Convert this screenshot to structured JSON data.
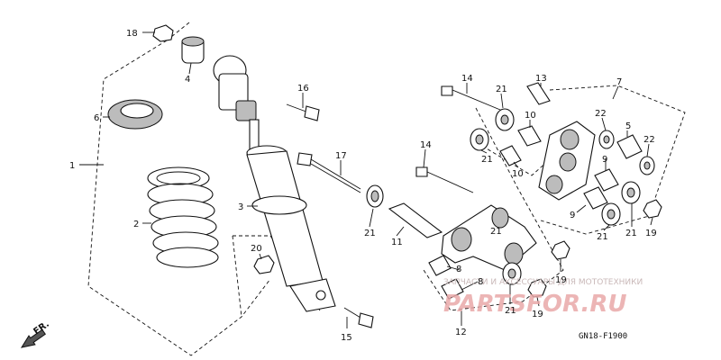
{
  "callouts": {
    "c1": "1",
    "c2": "2",
    "c3": "3",
    "c4": "4",
    "c5": "5",
    "c6": "6",
    "c7": "7",
    "c8a": "8",
    "c8b": "8",
    "c9a": "9",
    "c9b": "9",
    "c10a": "10",
    "c10b": "10",
    "c11": "11",
    "c12": "12",
    "c13": "13",
    "c14a": "14",
    "c14b": "14",
    "c15": "15",
    "c16": "16",
    "c17": "17",
    "c18": "18",
    "c19a": "19",
    "c19b": "19",
    "c19c": "19",
    "c20": "20",
    "c21a": "21",
    "c21b": "21",
    "c21c": "21",
    "c21d": "21",
    "c21e": "21",
    "c21f": "21",
    "c21g": "21",
    "c22a": "22",
    "c22b": "22"
  },
  "orientation_label": "FR.",
  "diagram_code": "GN18-F1900",
  "watermark": {
    "tagline": "ЗАПЧАСТИ И АКСЕССУАРЫ ДЛЯ МОТОТЕХНИКИ",
    "logo": "PARTSFOR.RU"
  },
  "colors": {
    "line": "#111111",
    "watermark": "#e9a8a8"
  },
  "icons": {
    "orientation": "fr-arrow-icon"
  }
}
